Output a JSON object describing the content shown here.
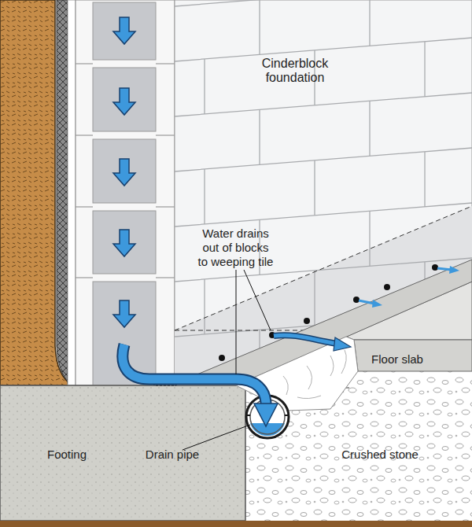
{
  "diagram": {
    "labels": [
      "Cinderblock foundation",
      "Water drains out of blocks to weeping tile",
      "Floor slab",
      "Footing",
      "Drain pipe",
      "Crushed stone"
    ]
  }
}
